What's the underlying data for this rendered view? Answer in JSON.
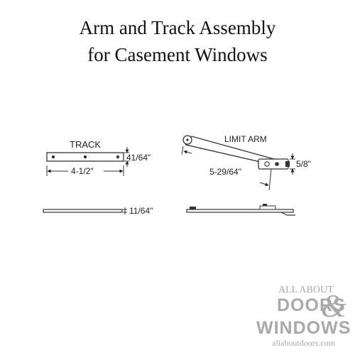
{
  "title": {
    "line1": "Arm and Track Assembly",
    "line2": "for Casement Windows"
  },
  "track": {
    "label": "TRACK",
    "height_dim": "41/64\"",
    "length_dim": "4-1/2\"",
    "thickness_dim": "11/64\""
  },
  "limit_arm": {
    "label": "LIMIT ARM",
    "length_dim": "5-29/64\"",
    "width_dim": "5/8\""
  },
  "logo": {
    "line1": "ALL ABOUT",
    "line2": "DOORS",
    "ampersand": "&",
    "line3": "WINDOWS",
    "url": "allaboutdoors.com",
    "color": "#a7a9ac"
  }
}
